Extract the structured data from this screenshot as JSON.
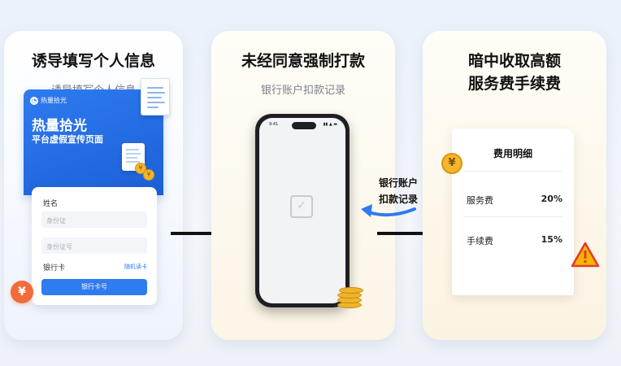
{
  "steps": [
    {
      "title": "诱导填写个人信息",
      "subtitle": "诱导填写个人信息",
      "banner": {
        "brand": "热量拾光",
        "title": "热量拾光",
        "subtitle": "平台虚假宣传页面"
      },
      "form": {
        "name_label": "姓名",
        "id_placeholder": "身份证",
        "id_number_placeholder": "身份证号",
        "bank_card_label": "银行卡",
        "bank_card_link": "随机读卡",
        "button_label": "银行卡号"
      },
      "badge": "¥"
    },
    {
      "title": "未经同意强制打款",
      "subtitle": "银行账户扣款记录",
      "phone": {
        "time": "9:41",
        "status": "▮▮ ▲ ▬",
        "empty_icon": "check-icon"
      },
      "side_label_line1": "银行账户",
      "side_label_line2": "扣款记录"
    },
    {
      "title_line1": "暗中收取高额",
      "title_line2": "服务费手续费",
      "receipt": {
        "title": "费用明细",
        "rows": [
          {
            "label": "服务费",
            "value": "20%"
          },
          {
            "label": "手续费",
            "value": "15%"
          }
        ]
      },
      "coin": "¥",
      "warning": "!"
    }
  ],
  "colors": {
    "primary_blue": "#2f7bf0",
    "accent_orange": "#f26b3a",
    "warning_yellow": "#f5b400",
    "warning_red": "#e13b2d"
  }
}
